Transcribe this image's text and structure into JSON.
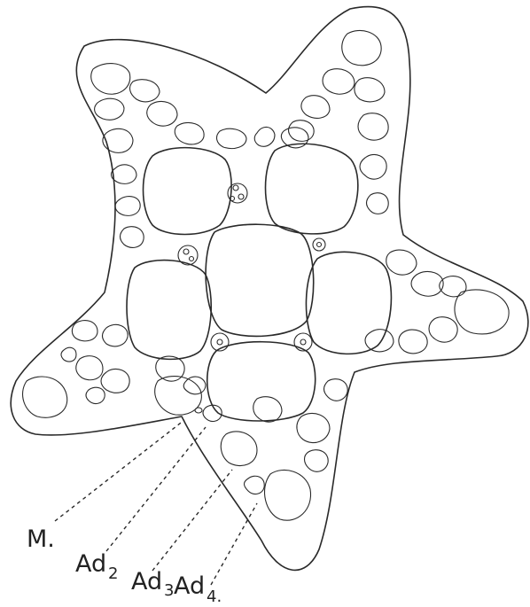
{
  "labels": {
    "m": "M.",
    "ad2_main": "Ad",
    "ad2_sub": "2",
    "ad3_main": "Ad",
    "ad3_sub": "3",
    "ad4_main": "Ad",
    "ad4_sub": "4."
  }
}
